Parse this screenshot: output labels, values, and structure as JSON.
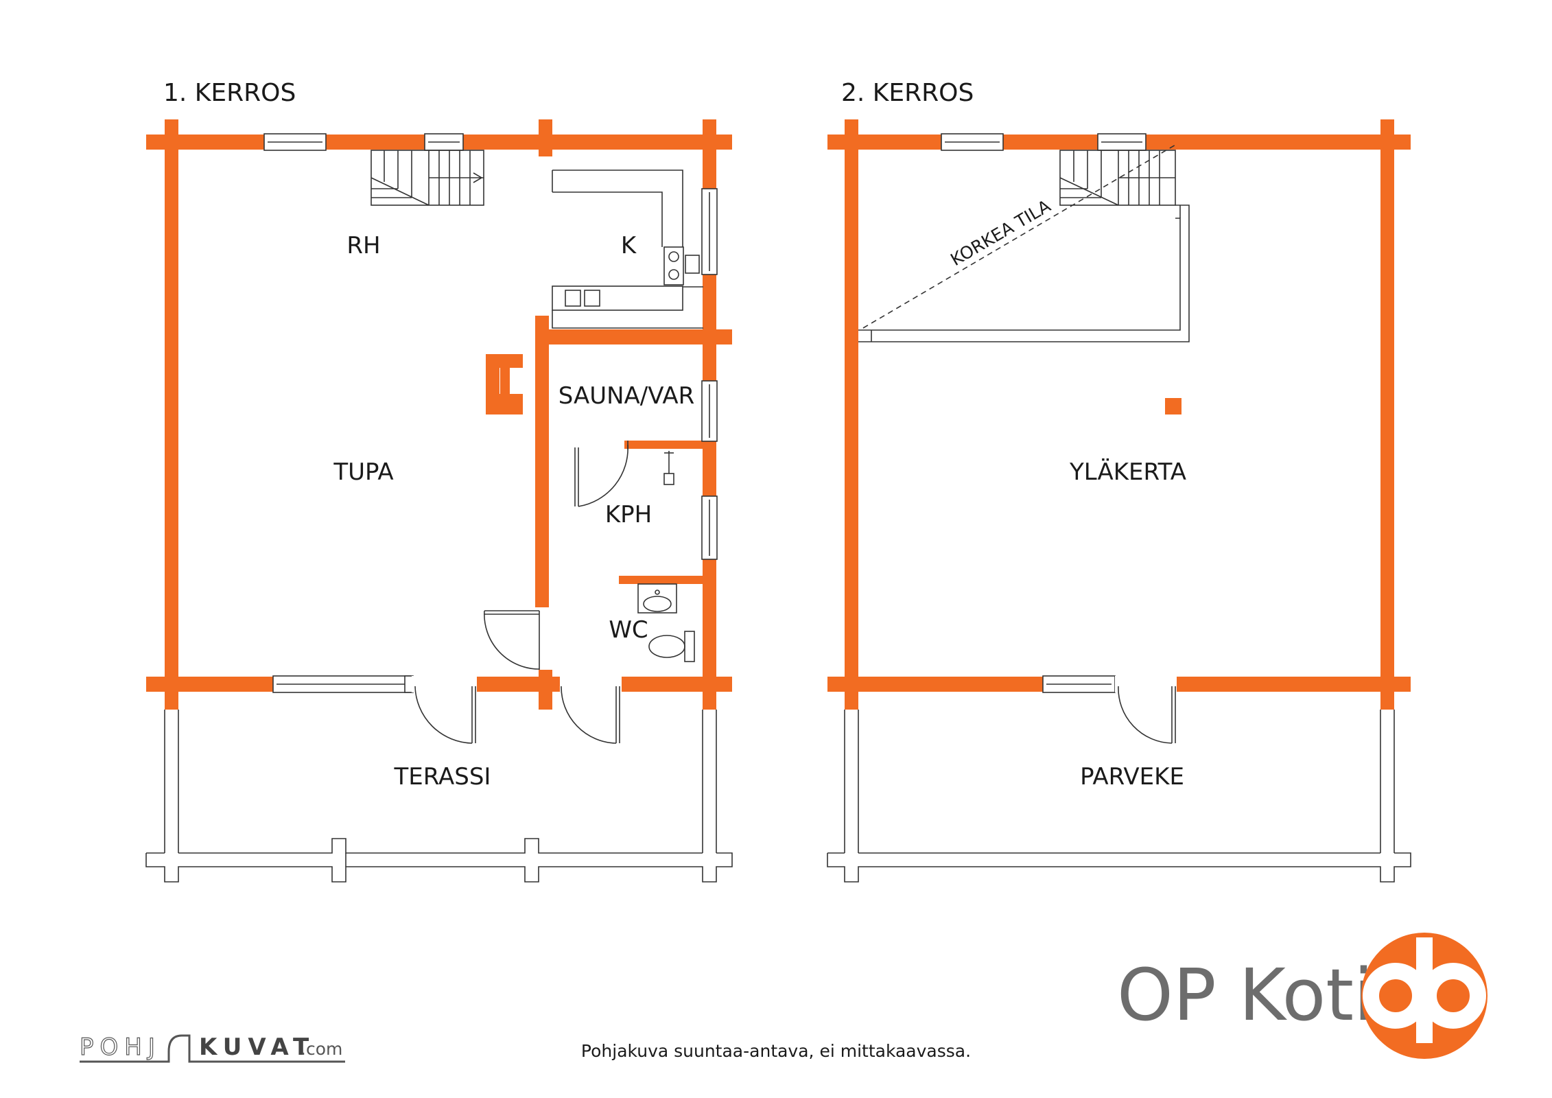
{
  "floor1": {
    "title": "1. KERROS",
    "rooms": {
      "rh": "RH",
      "k": "K",
      "sauna": "SAUNA/VAR",
      "tupa": "TUPA",
      "kph": "KPH",
      "wc": "WC",
      "terassi": "TERASSI"
    }
  },
  "floor2": {
    "title": "2. KERROS",
    "rooms": {
      "korkea": "KORKEA TILA",
      "ylakerta": "YLÄKERTA",
      "parveke": "PARVEKE"
    }
  },
  "footer": {
    "note": "Pohjakuva suuntaa-antava, ei mittakaavassa.",
    "credit_left": "POHJ",
    "credit_right": "KUVAT",
    "credit_domain": ".com"
  },
  "brand": {
    "name": "OP Koti",
    "logo": "op-logo",
    "color": "#F26C22"
  },
  "colors": {
    "wall": "#F26C22",
    "line": "#333333"
  }
}
